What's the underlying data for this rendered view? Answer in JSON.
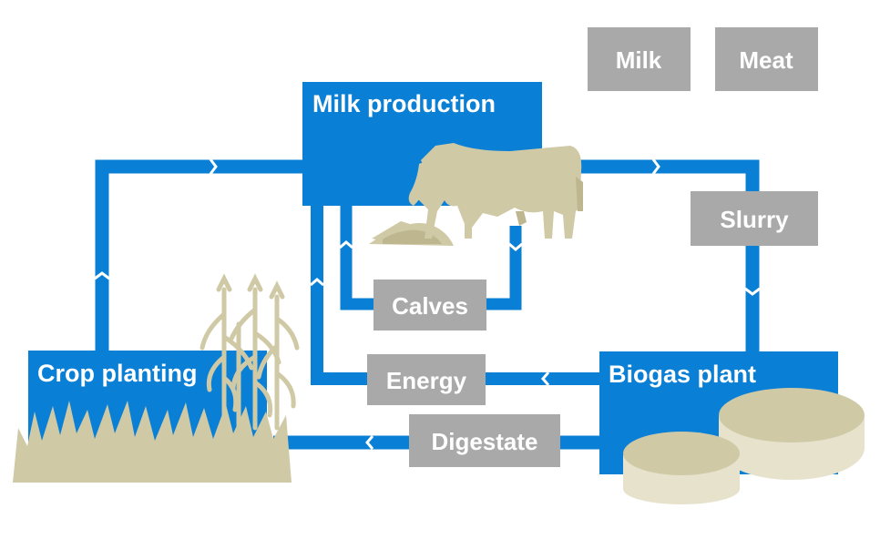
{
  "colors": {
    "flow_blue": "#0a7fd6",
    "node_blue": "#0a7fd6",
    "product_gray": "#a9a9a9",
    "illustration_beige": "#cfc9a6",
    "illustration_dark": "#bdb68f",
    "label_text": "#ffffff"
  },
  "nodes": {
    "milk_production": "Milk production",
    "crop_planting": "Crop planting",
    "biogas_plant": "Biogas plant"
  },
  "products": {
    "milk": "Milk",
    "meat": "Meat",
    "slurry": "Slurry",
    "calves": "Calves",
    "energy": "Energy",
    "digestate": "Digestate"
  },
  "illustrations": [
    "cow-illustration",
    "feed-pile-illustration",
    "corn-plants-illustration",
    "grass-field-illustration",
    "biogas-tanks-illustration"
  ]
}
